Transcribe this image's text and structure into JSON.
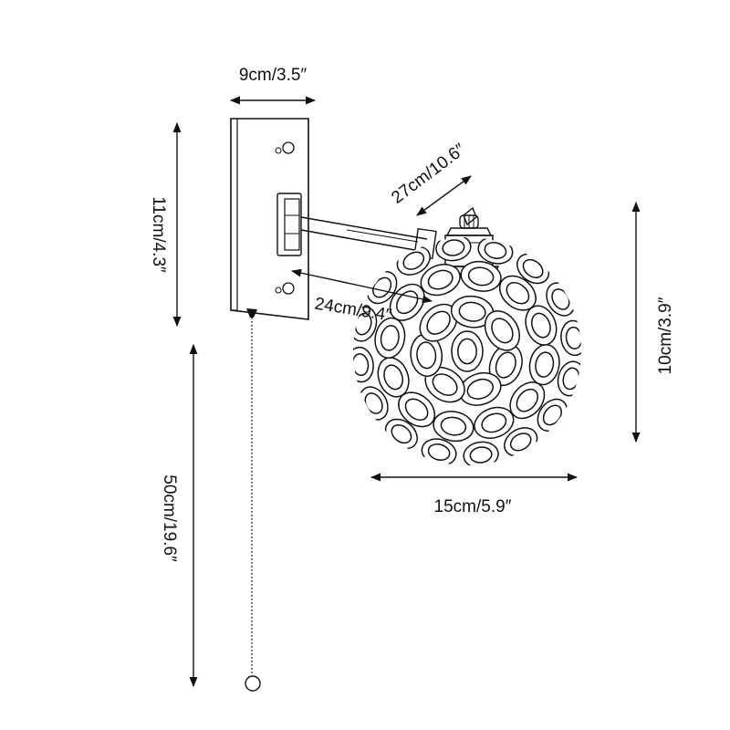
{
  "dimensions": {
    "base_width": "9cm/3.5″",
    "base_height": "11cm/4.3″",
    "cord_length": "50cm/19.6″",
    "arm_extension": "27cm/10.6″",
    "arm_length": "24cm/9.4″",
    "shade_height": "10cm/3.9″",
    "shade_width": "15cm/5.9″"
  },
  "colors": {
    "ink": "#111111",
    "background": "#ffffff"
  }
}
